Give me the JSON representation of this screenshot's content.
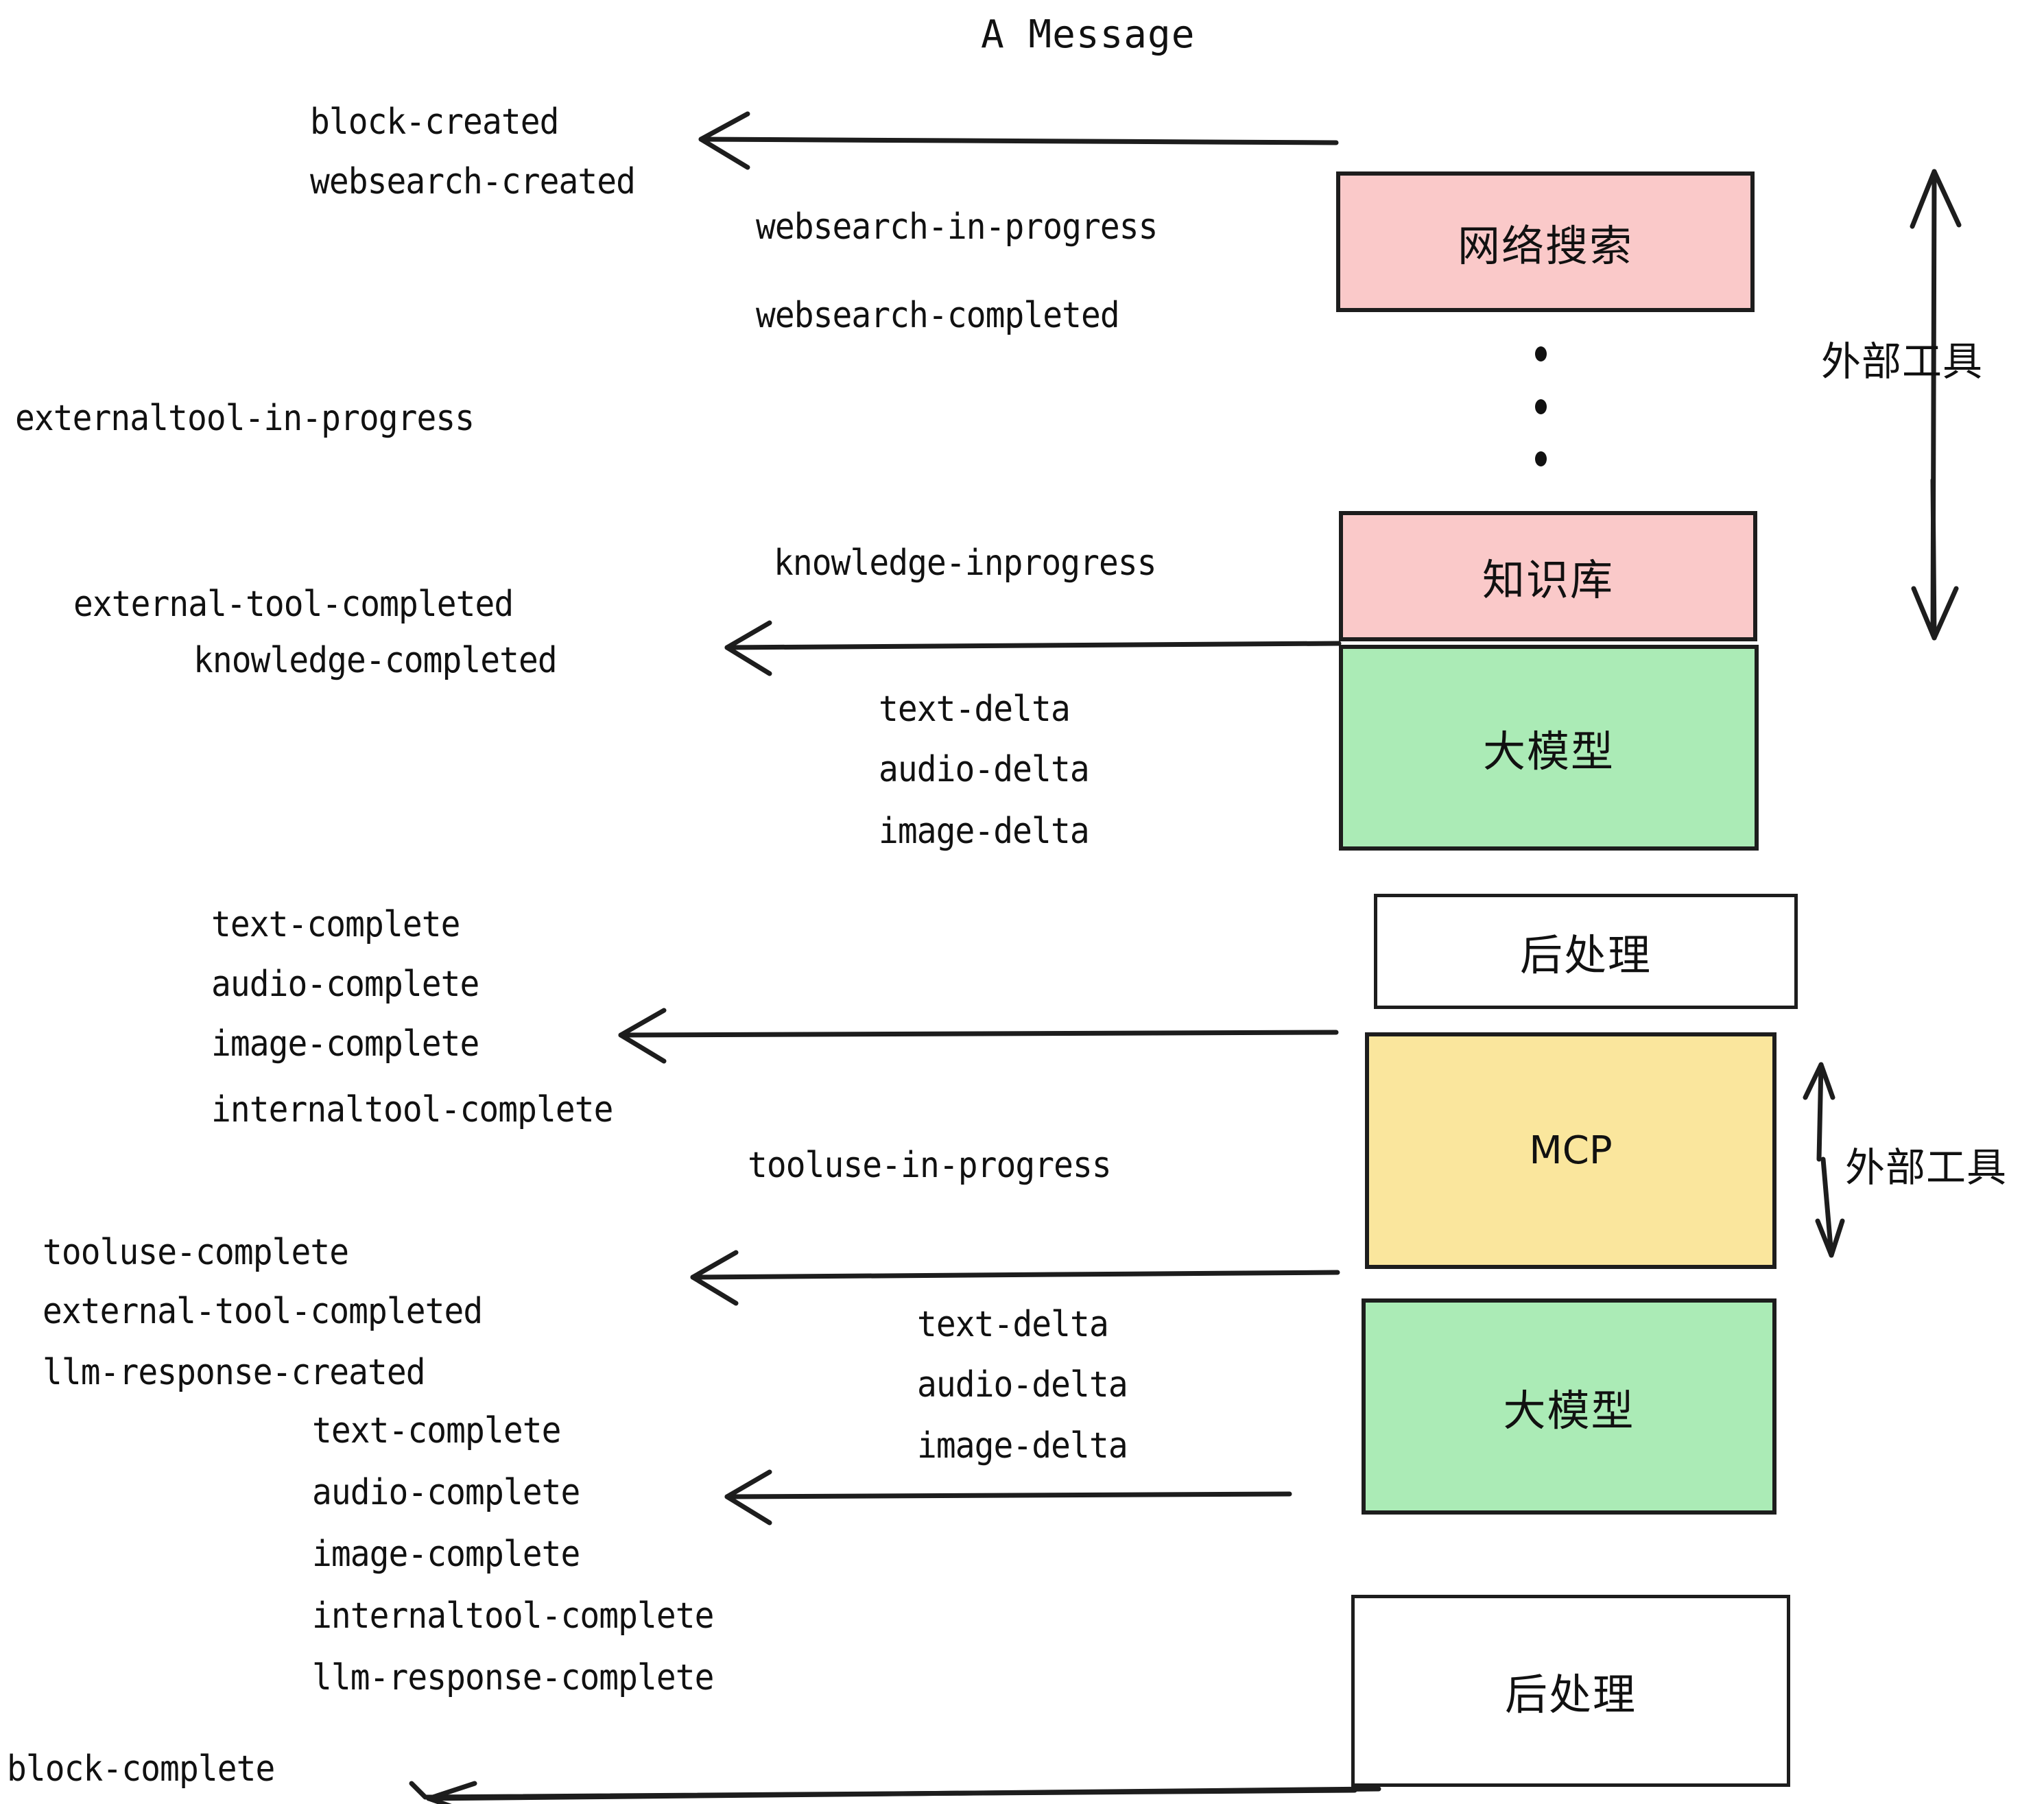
{
  "title": "A Message",
  "colors": {
    "pink": "#fac9c9",
    "green": "#abebb6",
    "yellow": "#fae69d",
    "white": "#ffffff",
    "stroke": "#1d1d1d",
    "text": "#111111"
  },
  "nodes": [
    {
      "id": "websearch",
      "label": "网络搜索",
      "fill": "#fac9c9"
    },
    {
      "id": "knowledge",
      "label": "知识库",
      "fill": "#fac9c9"
    },
    {
      "id": "llm-top",
      "label": "大模型",
      "fill": "#abebb6"
    },
    {
      "id": "post-top",
      "label": "后处理",
      "fill": "#ffffff"
    },
    {
      "id": "mcp",
      "label": "MCP",
      "fill": "#fae69d"
    },
    {
      "id": "llm-bottom",
      "label": "大模型",
      "fill": "#abebb6"
    },
    {
      "id": "post-bottom",
      "label": "后处理",
      "fill": "#ffffff"
    }
  ],
  "side_labels": [
    {
      "id": "external-tools-top",
      "text": "外部工具"
    },
    {
      "id": "external-tools-bottom",
      "text": "外部工具"
    }
  ],
  "events": [
    {
      "id": "block-created",
      "text": "block-created"
    },
    {
      "id": "websearch-created",
      "text": "websearch-created"
    },
    {
      "id": "websearch-in-progress",
      "text": "websearch-in-progress"
    },
    {
      "id": "websearch-completed",
      "text": "websearch-completed"
    },
    {
      "id": "externaltool-in-progress",
      "text": "externaltool-in-progress"
    },
    {
      "id": "knowledge-inprogress",
      "text": "knowledge-inprogress"
    },
    {
      "id": "external-tool-completed-1",
      "text": "external-tool-completed"
    },
    {
      "id": "knowledge-completed",
      "text": "knowledge-completed"
    },
    {
      "id": "text-delta-1",
      "text": "text-delta"
    },
    {
      "id": "audio-delta-1",
      "text": "audio-delta"
    },
    {
      "id": "image-delta-1",
      "text": "image-delta"
    },
    {
      "id": "text-complete-1",
      "text": "text-complete"
    },
    {
      "id": "audio-complete-1",
      "text": "audio-complete"
    },
    {
      "id": "image-complete-1",
      "text": "image-complete"
    },
    {
      "id": "internaltool-complete-1",
      "text": "internaltool-complete"
    },
    {
      "id": "tooluse-in-progress",
      "text": "tooluse-in-progress"
    },
    {
      "id": "tooluse-complete",
      "text": "tooluse-complete"
    },
    {
      "id": "external-tool-completed-2",
      "text": "external-tool-completed"
    },
    {
      "id": "llm-response-created",
      "text": "llm-response-created"
    },
    {
      "id": "text-delta-2",
      "text": "text-delta"
    },
    {
      "id": "audio-delta-2",
      "text": "audio-delta"
    },
    {
      "id": "image-delta-2",
      "text": "image-delta"
    },
    {
      "id": "text-complete-2",
      "text": "text-complete"
    },
    {
      "id": "audio-complete-2",
      "text": "audio-complete"
    },
    {
      "id": "image-complete-2",
      "text": "image-complete"
    },
    {
      "id": "internaltool-complete-2",
      "text": "internaltool-complete"
    },
    {
      "id": "llm-response-complete",
      "text": "llm-response-complete"
    },
    {
      "id": "block-complete",
      "text": "block-complete"
    }
  ]
}
